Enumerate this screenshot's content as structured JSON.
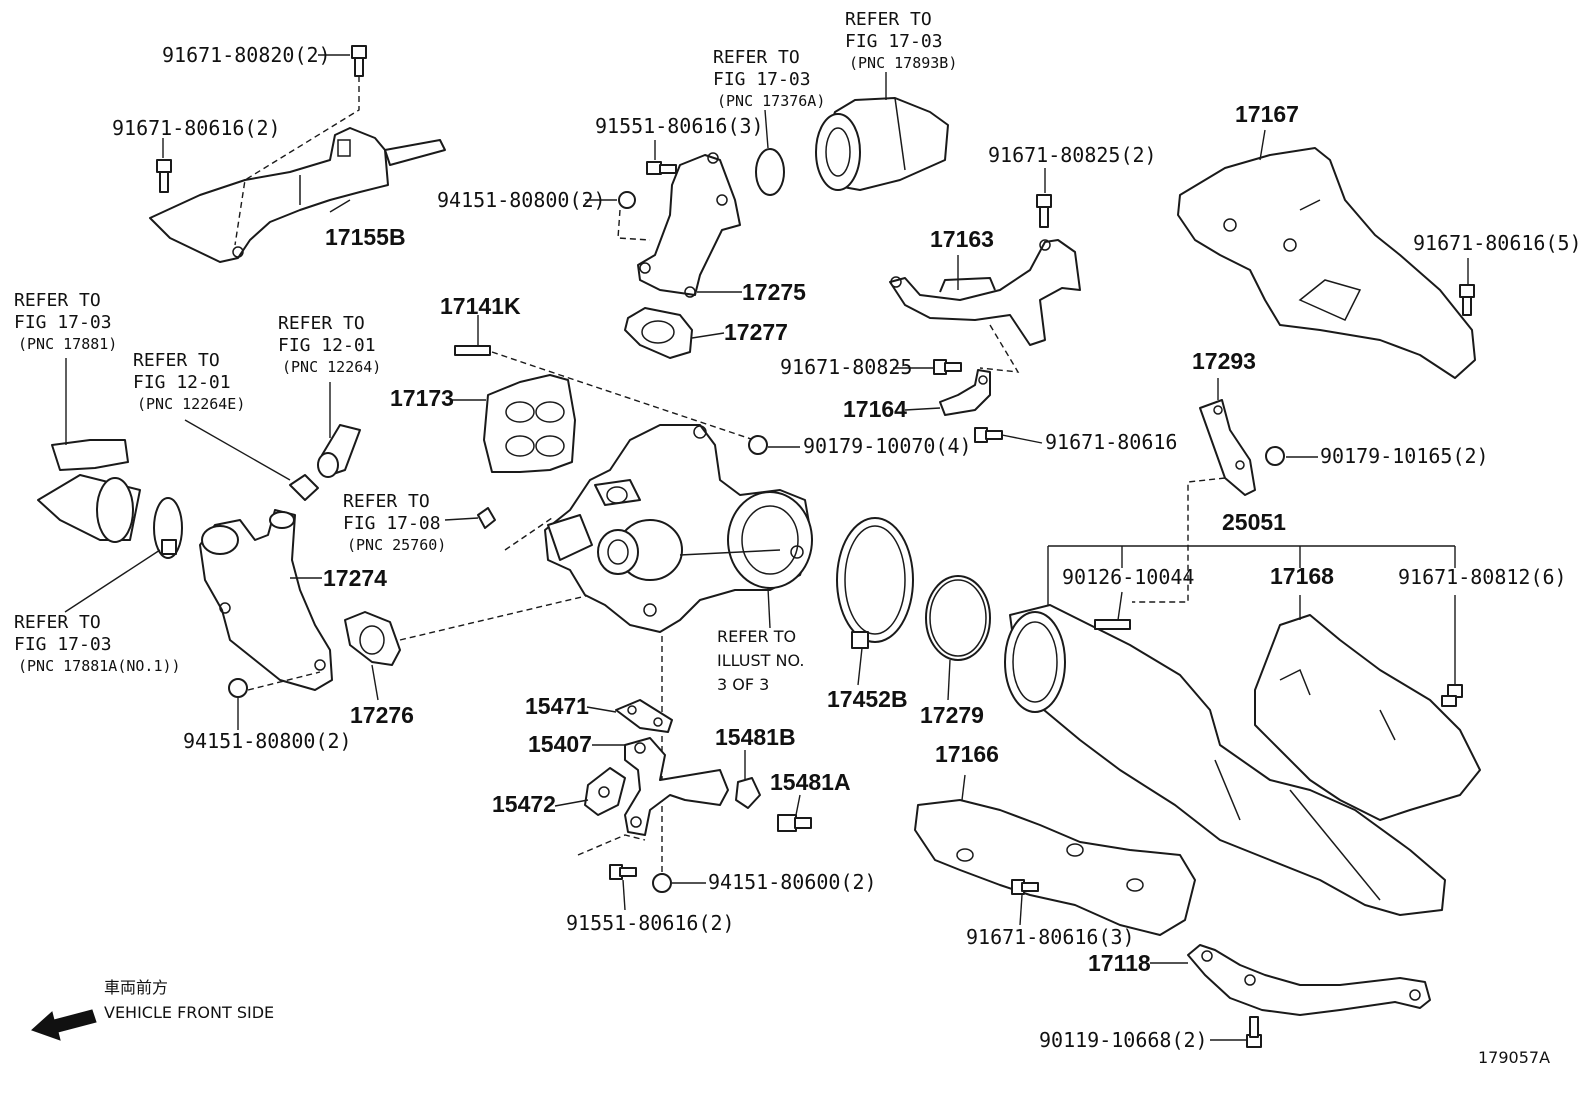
{
  "diagram": {
    "figure_id": "179057A",
    "direction": {
      "jp_text": "車両前方",
      "en_text": "VEHICLE FRONT SIDE"
    },
    "labels": {
      "p1": "91671-80820(2)",
      "p2": "91671-80616(2)",
      "p3": "17155B",
      "p4": "91551-80616(3)",
      "p5": "94151-80800(2)",
      "p6": "17275",
      "p7": "17277",
      "p8": "17167",
      "p9": "91671-80825(2)",
      "p10": "17163",
      "p11": "91671-80616(5)",
      "p12": "91671-80825",
      "p13": "17164",
      "p14": "91671-80616",
      "p15": "17141K",
      "p16": "17173",
      "p17": "90179-10070(4)",
      "p18": "17293",
      "p19": "90179-10165(2)",
      "p20": "25051",
      "p21": "90126-10044",
      "p22": "17168",
      "p23": "91671-80812(6)",
      "p24": "17274",
      "p25": "17276",
      "p26": "94151-80800(2)",
      "p27": "17452B",
      "p28": "17279",
      "p29": "15471",
      "p30": "15407",
      "p31": "15481B",
      "p32": "15481A",
      "p33": "15472",
      "p34": "94151-80600(2)",
      "p35": "91551-80616(2)",
      "p36": "17166",
      "p37": "91671-80616(3)",
      "p38": "17118",
      "p39": "90119-10668(2)"
    },
    "refs": {
      "r1": {
        "line1": "REFER TO",
        "line2": "FIG 17-03",
        "line3": "(PNC 17893B)"
      },
      "r2": {
        "line1": "REFER TO",
        "line2": "FIG 17-03",
        "line3": "(PNC 17376A)"
      },
      "r3": {
        "line1": "REFER TO",
        "line2": "FIG 17-03",
        "line3": "(PNC 17881)"
      },
      "r4": {
        "line1": "REFER TO",
        "line2": "FIG 12-01",
        "line3": "(PNC 12264E)"
      },
      "r5": {
        "line1": "REFER TO",
        "line2": "FIG 12-01",
        "line3": "(PNC 12264)"
      },
      "r6": {
        "line1": "REFER TO",
        "line2": "FIG 17-08",
        "line3": "(PNC 25760)"
      },
      "r7": {
        "line1": "REFER TO",
        "line2": "FIG 17-03",
        "line3": "(PNC 17881A(NO.1))"
      },
      "r8": {
        "line1": "REFER TO",
        "line2": "ILLUST NO.",
        "line3": "3 OF 3"
      }
    }
  }
}
